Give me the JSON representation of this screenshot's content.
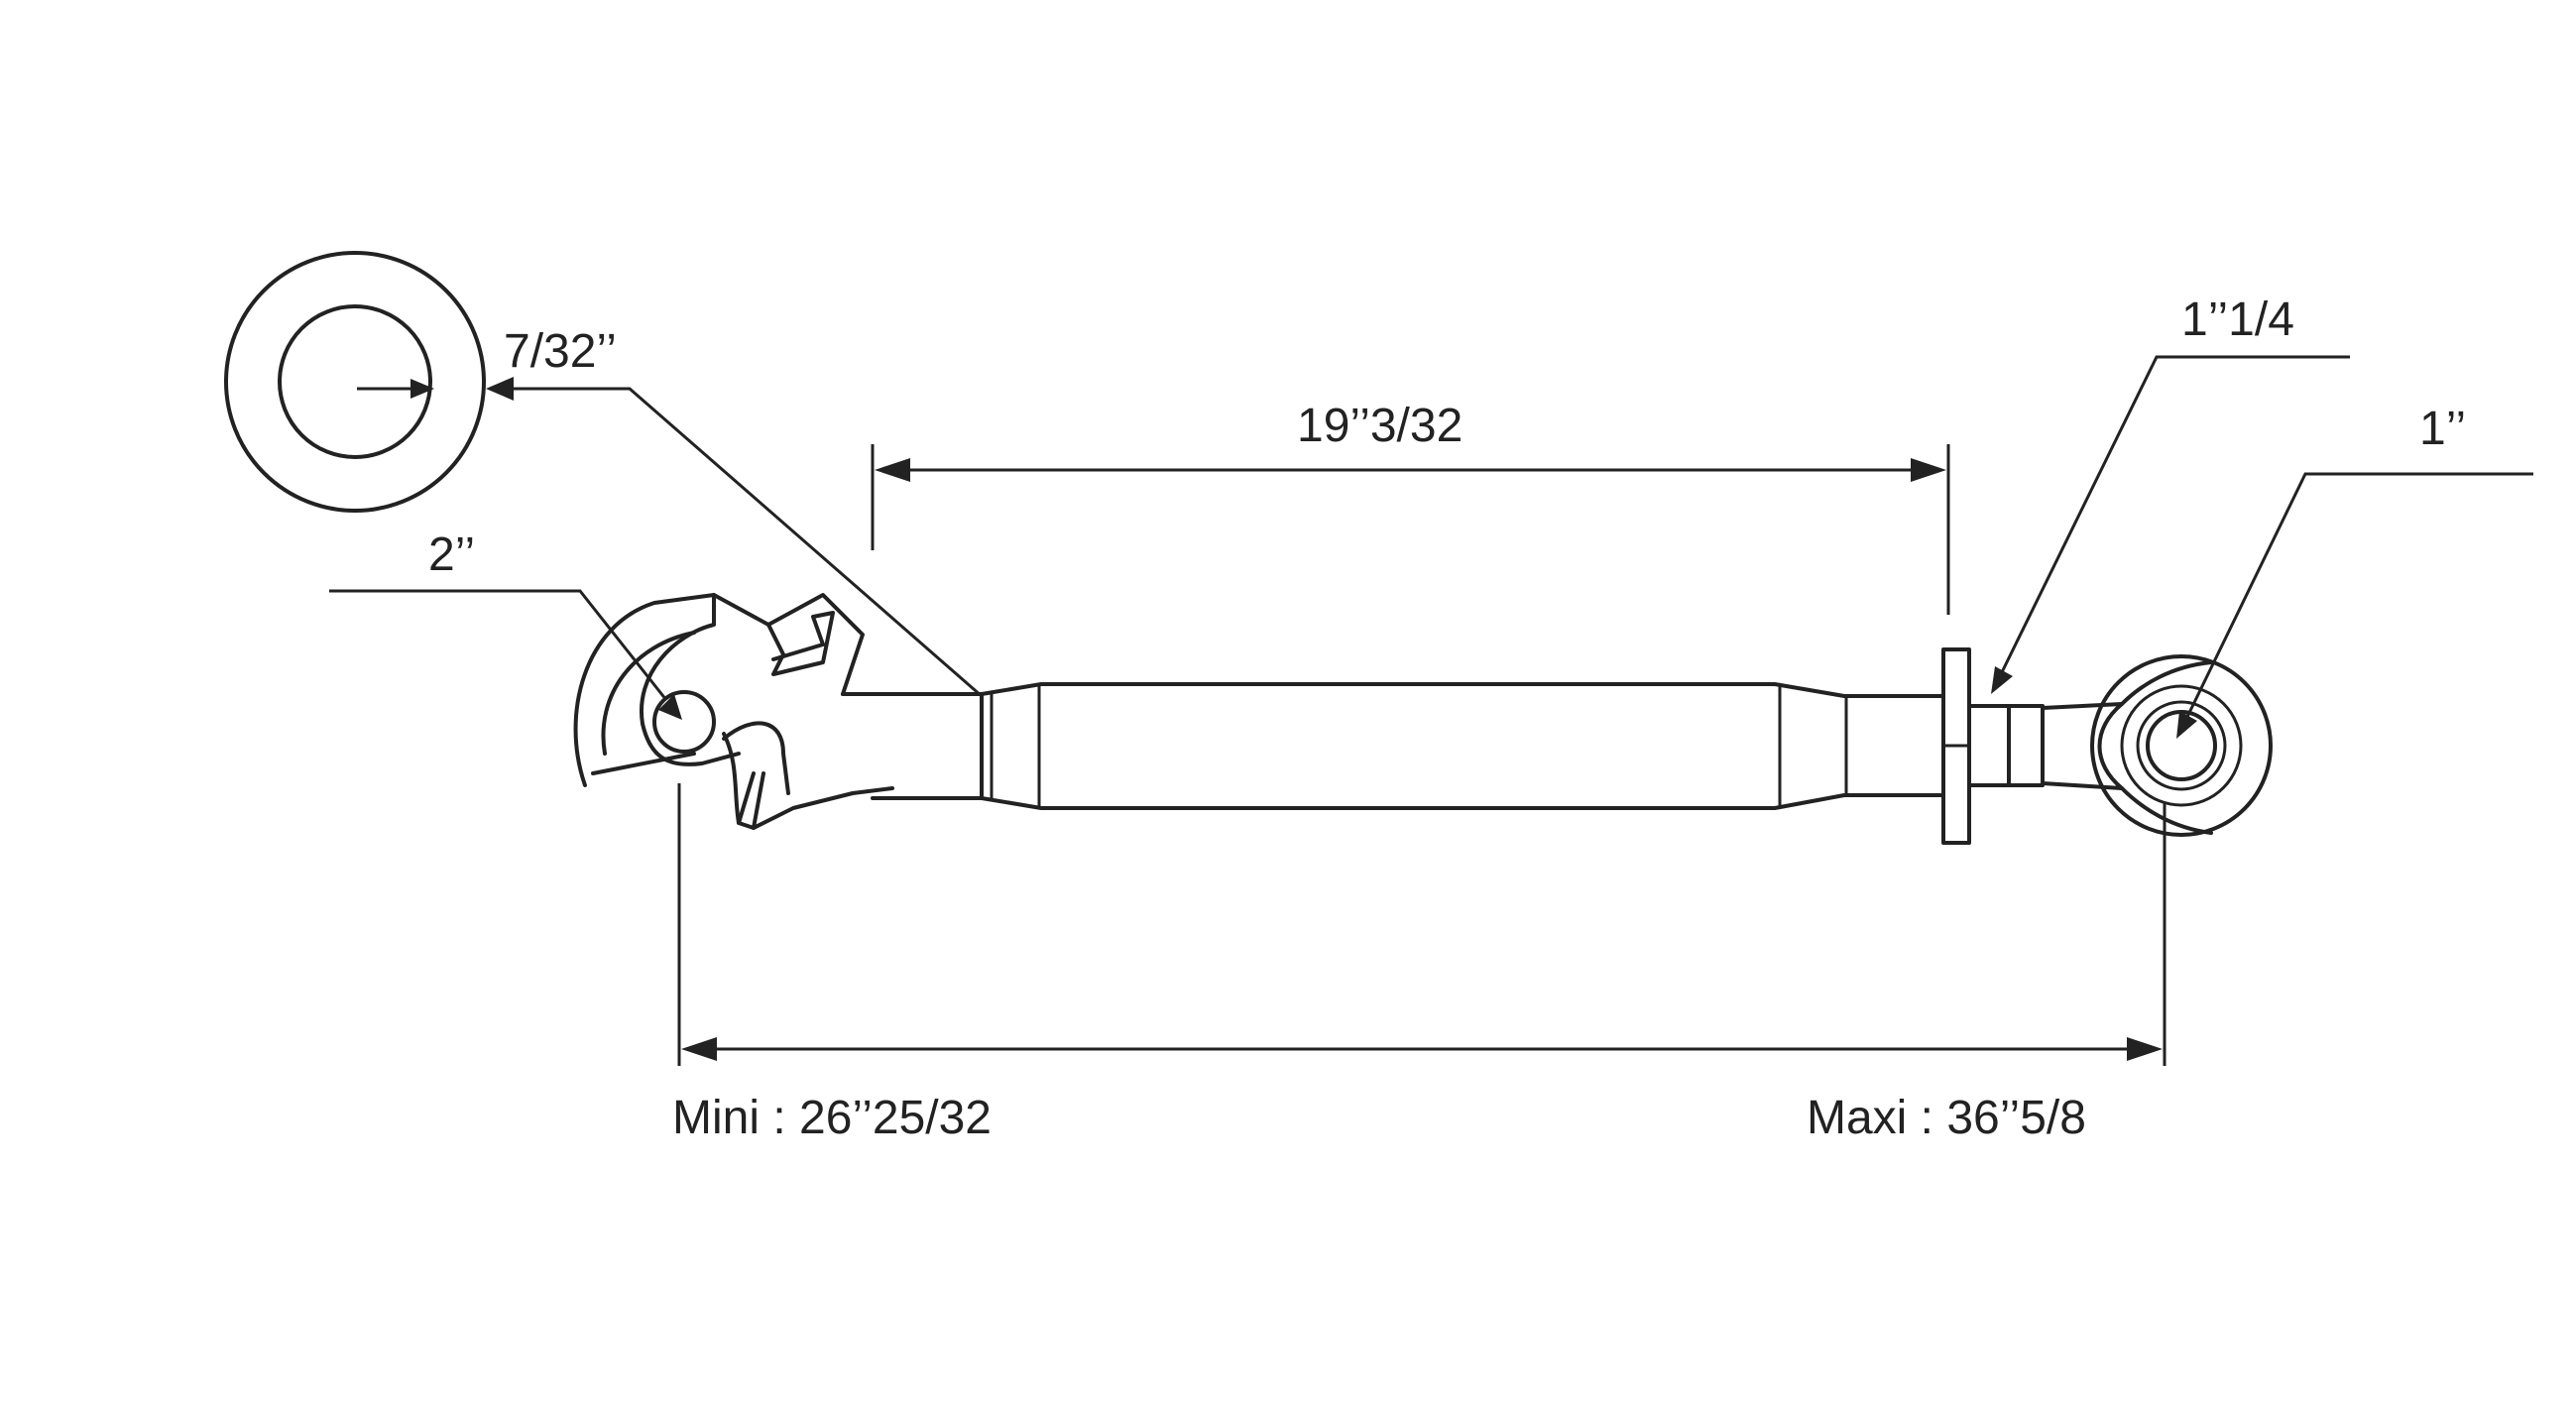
{
  "dimensions": {
    "pin_hole": "7/32’’",
    "hook_opening": "2’’",
    "tube_length": "19’’3/32",
    "flange": "1’’1/4",
    "ball_eye": "1’’",
    "length_min": "Mini : 26’’25/32",
    "length_max": "Maxi : 36’’5/8"
  },
  "colors": {
    "ink": "#222222",
    "background": "#ffffff"
  }
}
